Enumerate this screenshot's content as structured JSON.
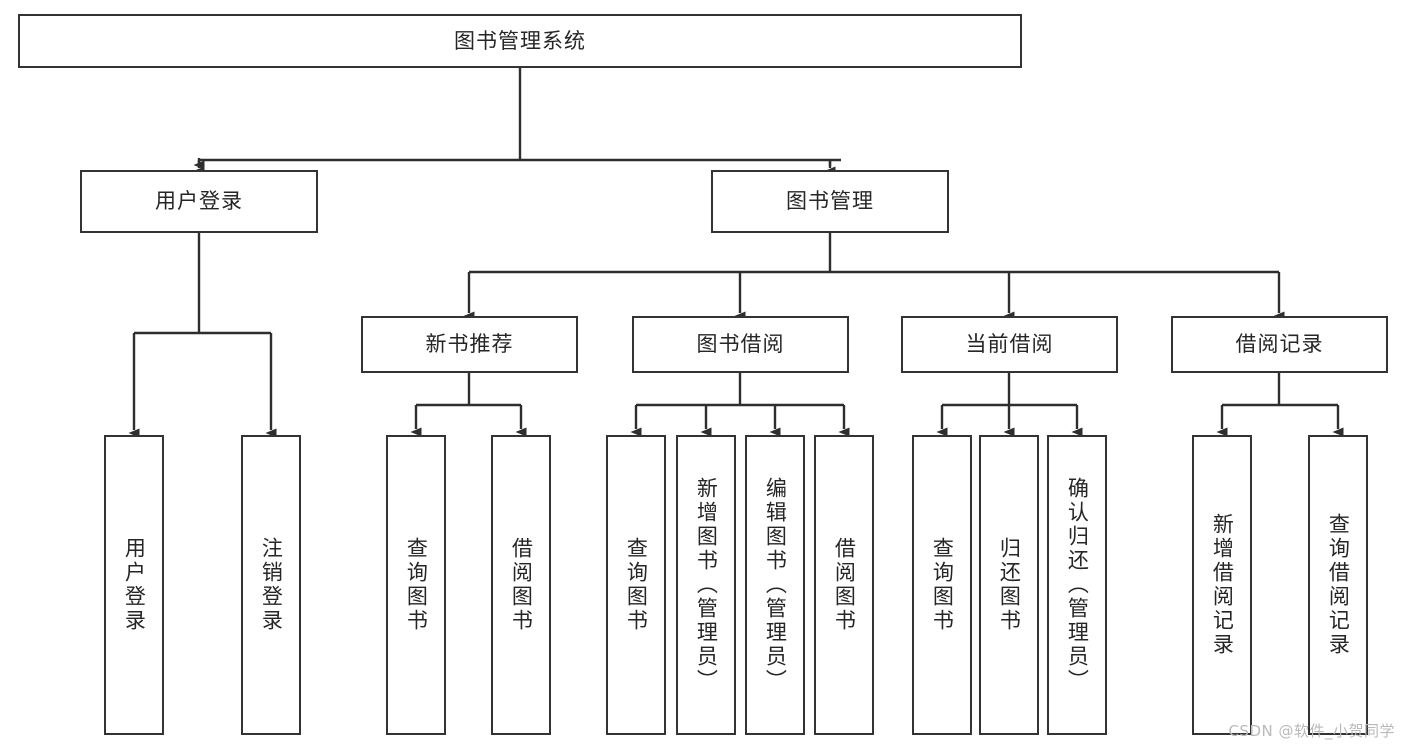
{
  "diagram": {
    "type": "tree",
    "title": "图书管理系统",
    "orientation": "top-down",
    "root": {
      "id": "root",
      "label": "图书管理系统"
    },
    "level1": [
      {
        "id": "user-login",
        "label": "用户登录"
      },
      {
        "id": "book-management",
        "label": "图书管理"
      }
    ],
    "level2": [
      {
        "id": "new-book-recommend",
        "label": "新书推荐",
        "parent": "book-management"
      },
      {
        "id": "book-borrow",
        "label": "图书借阅",
        "parent": "book-management"
      },
      {
        "id": "current-borrow",
        "label": "当前借阅",
        "parent": "book-management"
      },
      {
        "id": "borrow-record",
        "label": "借阅记录",
        "parent": "book-management"
      }
    ],
    "leaves": [
      {
        "id": "leaf-user-login",
        "label": "用户登录",
        "parent": "user-login"
      },
      {
        "id": "leaf-logout-login",
        "label": "注销登录",
        "parent": "user-login"
      },
      {
        "id": "leaf-query-book-1",
        "label": "查询图书",
        "parent": "new-book-recommend"
      },
      {
        "id": "leaf-borrow-book-1",
        "label": "借阅图书",
        "parent": "new-book-recommend"
      },
      {
        "id": "leaf-query-book-2",
        "label": "查询图书",
        "parent": "book-borrow"
      },
      {
        "id": "leaf-add-book",
        "label": "新增图书（管理员）",
        "parent": "book-borrow"
      },
      {
        "id": "leaf-edit-book",
        "label": "编辑图书（管理员）",
        "parent": "book-borrow"
      },
      {
        "id": "leaf-borrow-book-2",
        "label": "借阅图书",
        "parent": "book-borrow"
      },
      {
        "id": "leaf-query-book-3",
        "label": "查询图书",
        "parent": "current-borrow"
      },
      {
        "id": "leaf-return-book",
        "label": "归还图书",
        "parent": "current-borrow"
      },
      {
        "id": "leaf-confirm-return",
        "label": "确认归还（管理员）",
        "parent": "current-borrow"
      },
      {
        "id": "leaf-add-borrow-record",
        "label": "新增借阅记录",
        "parent": "borrow-record"
      },
      {
        "id": "leaf-query-borrow-record",
        "label": "查询借阅记录",
        "parent": "borrow-record"
      }
    ]
  },
  "watermark": {
    "text": "CSDN @软件_小贺同学"
  },
  "colors": {
    "border": "#333333",
    "text": "#262626",
    "background": "#ffffff",
    "edge": "#2e2e2e",
    "watermark": "#b9b9b9"
  }
}
